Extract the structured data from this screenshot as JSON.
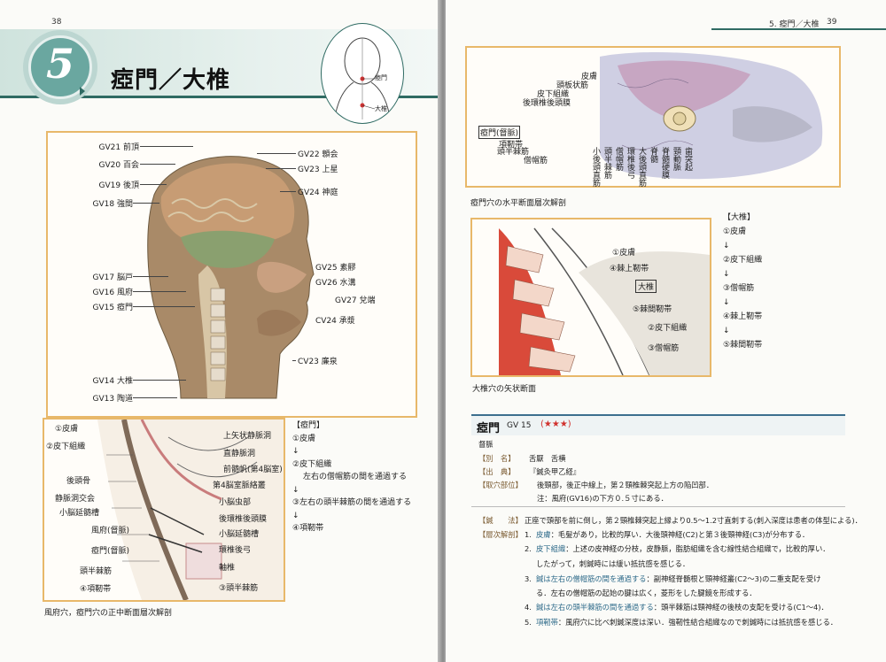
{
  "left": {
    "page_number": "38",
    "chapter_number": "5",
    "title": "瘂門／大椎",
    "figure1": {
      "labels_left": [
        "GV21 前頂",
        "GV20 百会",
        "GV19 後頂",
        "GV18 強間",
        "GV17 脳戸",
        "GV16 風府",
        "GV15 瘂門",
        "GV14 大椎",
        "GV13 陶道"
      ],
      "labels_right": [
        "GV22 顖会",
        "GV23 上星",
        "GV24 神庭",
        "GV25 素髎",
        "GV26 水溝",
        "GV27 兌端",
        "CV24 承漿",
        "CV23 廉泉"
      ]
    },
    "figure2": {
      "labels_left": [
        "①皮膚",
        "②皮下組織",
        "後頭骨",
        "静脈洞交会",
        "小脳延髄槽",
        "風府(督脈)",
        "瘂門(督脈)",
        "頭半棘筋",
        "④項靭帯"
      ],
      "labels_right": [
        "上矢状静脈洞",
        "直静脈洞",
        "前髄帆(第4脳室)",
        "第4脳室脈絡叢",
        "小脳虫部",
        "後環椎後頭膜",
        "小脳延髄槽",
        "環椎後弓",
        "軸椎",
        "③頭半棘筋"
      ],
      "caption": "風府穴，瘂門穴の正中断面層次解剖"
    },
    "steps": {
      "heading": "【瘂門】",
      "items": [
        "①皮膚",
        "↓",
        "②皮下組織",
        "↓",
        "左右の僧帽筋の間を通過する",
        "↓",
        "③左右の頭半棘筋の間を通過する",
        "↓",
        "④項靭帯"
      ]
    },
    "head_thumbnail": {
      "label1": "瘂門",
      "label2": "大椎"
    }
  },
  "right": {
    "running_header": "5. 瘂門／大椎",
    "page_number": "39",
    "figure3": {
      "labels_top": [
        "皮膚",
        "頭板状筋",
        "皮下組織",
        "後環椎後頭膜"
      ],
      "labels_vertical": [
        "小後頭直筋",
        "頭半棘筋",
        "僧帽筋",
        "環椎後弓",
        "大後頭直筋",
        "脊髄",
        "脊髄硬膜",
        "頸動脈",
        "歯突起"
      ],
      "label_gv": "瘂門(督脈)",
      "label_xiang": "項靭帯",
      "caption": "瘂門穴の水平断面層次解剖"
    },
    "figure4": {
      "labels": [
        "①皮膚",
        "④棘上靭帯",
        "大椎",
        "⑤棘間靭帯",
        "②皮下組織",
        "③僧帽筋"
      ],
      "caption": "大椎穴の矢状断面"
    },
    "steps": {
      "heading": "【大椎】",
      "items": [
        "①皮膚",
        "↓",
        "②皮下組織",
        "↓",
        "③僧帽筋",
        "↓",
        "④棘上靭帯",
        "↓",
        "⑤棘間靭帯"
      ]
    },
    "point": {
      "name": "瘂門",
      "code": "GV 15",
      "stars": "(★★★)",
      "meridian": "督脈",
      "alias_tag": "【別　名】",
      "alias": "舌厭　舌横",
      "source_tag": "【出　典】",
      "source": "『鍼灸甲乙経』",
      "location_tag": "【取穴部位】",
      "location": "後頸部，後正中線上，第２頸椎棘突起上方の陥凹部．",
      "note": "注：風府(GV16)の下方０.５寸にある．",
      "method_tag": "【鍼　　法】",
      "method": "正座で頭部を前に倒し，第２頸椎棘突起上縁より0.5～1.2寸直刺する(刺入深度は患者の体型による)．",
      "layers_tag": "【層次解剖】",
      "layers": [
        {
          "n": "1.",
          "lead": "皮膚",
          "text": "：毛髪があり，比較的厚い．大後頭神経(C2)と第３後頸神経(C3)が分布する．"
        },
        {
          "n": "2.",
          "lead": "皮下組織",
          "text": "：上述の皮神経の分枝，皮静脈，脂肪組織を含む線性結合組織で，比較的厚い．"
        },
        {
          "n": "",
          "lead": "",
          "text": "したがって，刺鍼時には緩い抵抗感を感じる．"
        },
        {
          "n": "3.",
          "lead": "鍼は左右の僧帽筋の間を通過する",
          "text": "：副神経脊髄根と頸神経叢(C2～3)の二重支配を受け"
        },
        {
          "n": "",
          "lead": "",
          "text": "る．左右の僧帽筋の起始の腱は広く，菱形をした腱鏡を形成する．"
        },
        {
          "n": "4.",
          "lead": "鍼は左右の頭半棘筋の間を通過する",
          "text": "：頭半棘筋は頸神経の後枝の支配を受ける(C1～4)．"
        },
        {
          "n": "5.",
          "lead": "項靭帯",
          "text": "：風府穴に比べ刺鍼深度は深い．強靭性結合組織なので刺鍼時には抵抗感を感じる．"
        }
      ]
    }
  },
  "colors": {
    "accent_teal": "#2f6b63",
    "frame_orange": "#e8b86a",
    "star_red": "#d0312d"
  }
}
